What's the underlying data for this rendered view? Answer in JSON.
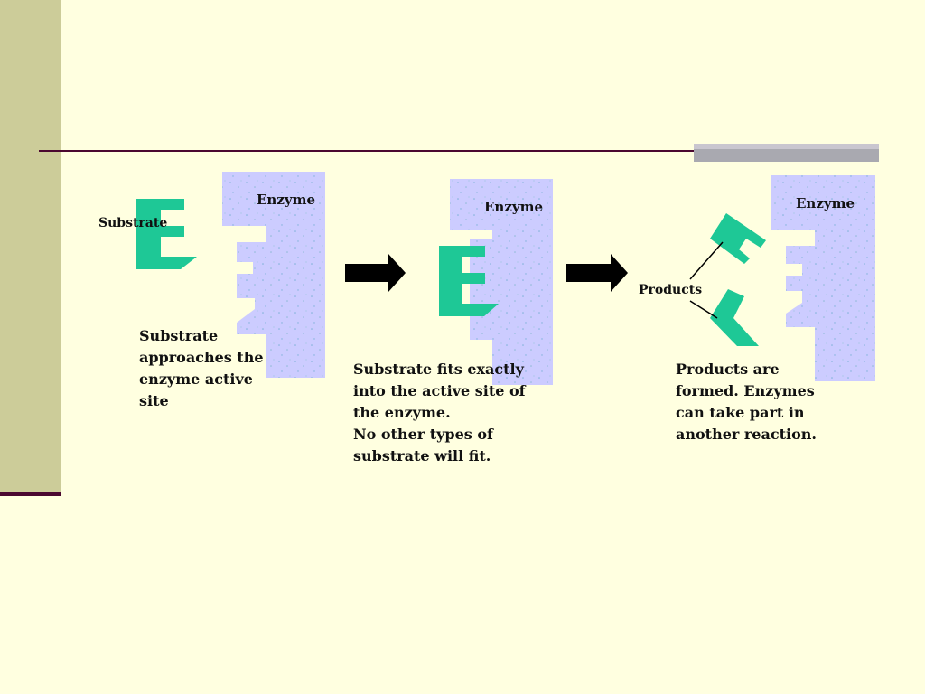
{
  "panels": [
    {
      "enzyme_label": "Enzyme",
      "substrate_label": "Substrate",
      "caption": "Substrate\napproaches the\nenzyme active\nsite"
    },
    {
      "enzyme_label": "Enzyme",
      "caption": "Substrate fits exactly\ninto the active site of\nthe enzyme.\nNo other types of\nsubstrate will fit."
    },
    {
      "enzyme_label": "Enzyme",
      "products_label": "Products",
      "caption": "Products are\nformed. Enzymes\ncan take part in\nanother reaction."
    }
  ],
  "colors": {
    "background": "#ffffe0",
    "sidebar": "#cccc99",
    "rule": "#4b0830",
    "enzyme": "#ccccff",
    "substrate": "#1ec896",
    "arrow": "#000000"
  },
  "icons": [
    "right-arrow-icon",
    "right-arrow-icon"
  ]
}
